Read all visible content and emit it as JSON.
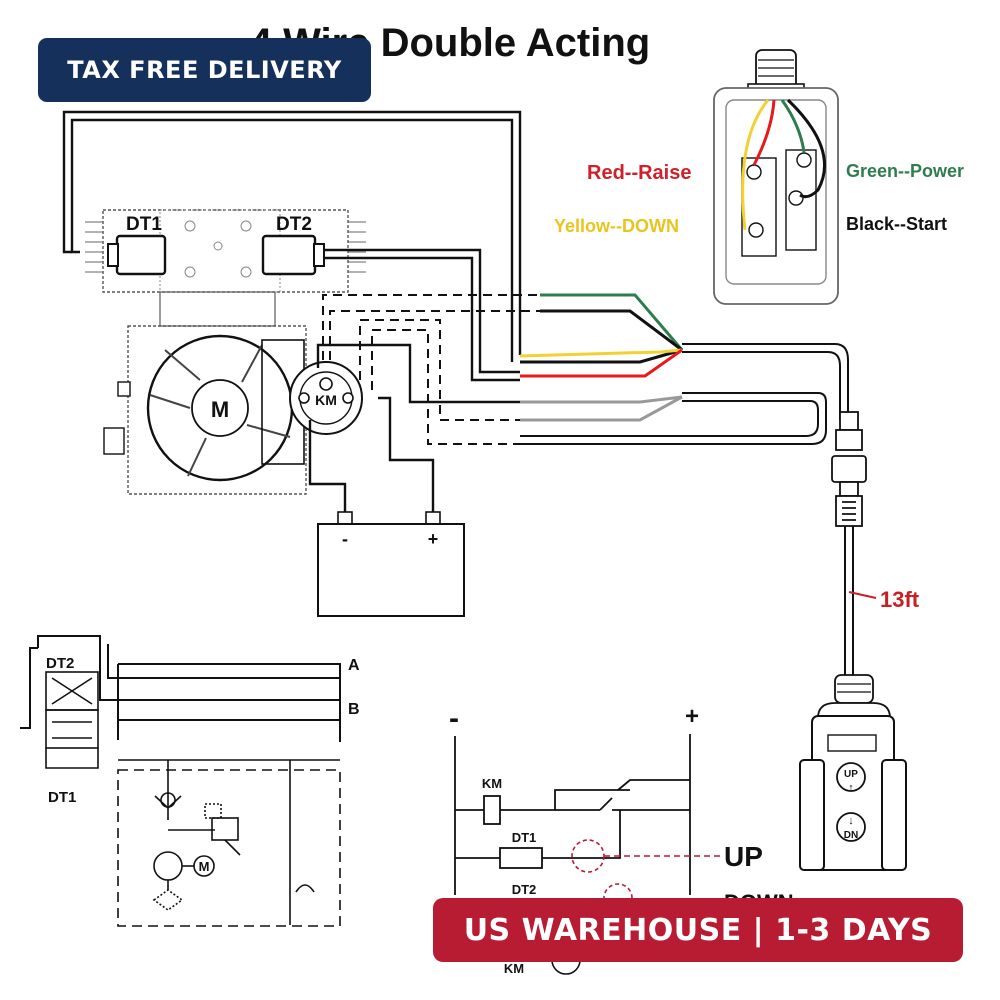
{
  "title": "4 Wire Double Acting",
  "banners": {
    "top": "TAX FREE DELIVERY",
    "bottom": "US WAREHOUSE | 1-3 DAYS"
  },
  "wiring": {
    "red": "Red--Raise",
    "yellow": "Yellow--DOWN",
    "green": "Green--Power",
    "black": "Black--Start",
    "cable_length": "13ft"
  },
  "components": {
    "dt1": "DT1",
    "dt2": "DT2",
    "motor": "M",
    "km": "KM",
    "battery_neg": "-",
    "battery_pos": "+"
  },
  "remote": {
    "up": "UP",
    "down": "DN"
  },
  "hydraulic": {
    "dt1": "DT1",
    "dt2": "DT2",
    "port_a": "A",
    "port_b": "B",
    "motor": "M"
  },
  "circuit": {
    "neg": "-",
    "pos": "+",
    "km_coil": "KM",
    "dt1": "DT1",
    "dt2": "DT2",
    "up": "UP",
    "down": "DOWN",
    "km_bottom": "KM"
  },
  "colors": {
    "navy": "#15305b",
    "crimson": "#b71c33",
    "red_wire": "#e8191c",
    "yellow_wire": "#f2d230",
    "green_wire": "#2e7d4f",
    "label_red": "#d0202a",
    "label_yellow": "#e9c41e",
    "label_green": "#2f7d4f"
  }
}
